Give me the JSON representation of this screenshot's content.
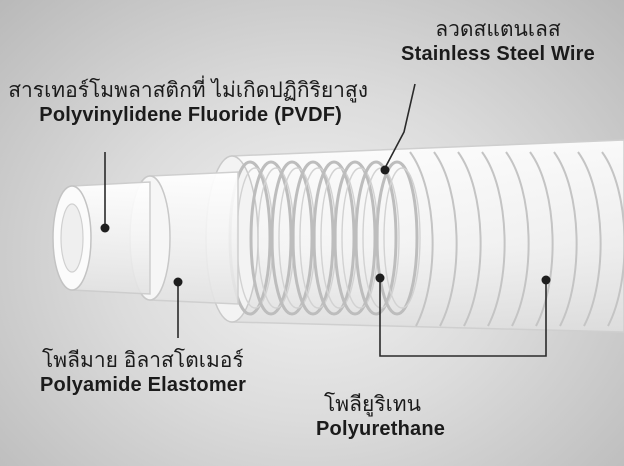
{
  "labels": {
    "steel_wire": {
      "thai": "ลวดสแตนเลส",
      "english": "Stainless Steel Wire"
    },
    "pvdf": {
      "thai": "สารเทอร์โมพลาสติกที่ ไม่เกิดปฏิกิริยาสูง",
      "english": "Polyvinylidene Fluoride (PVDF)"
    },
    "polyamide": {
      "thai": "โพลีมาย อิลาสโตเมอร์",
      "english": "Polyamide Elastomer"
    },
    "polyurethane": {
      "thai": "โพลียูริเทน",
      "english": "Polyurethane"
    }
  },
  "colors": {
    "leader_line": "#2a2a2a",
    "tube_outline": "#c7c7c7",
    "tube_fill": "#f7f7f7",
    "wire": "#bdbdbd"
  }
}
